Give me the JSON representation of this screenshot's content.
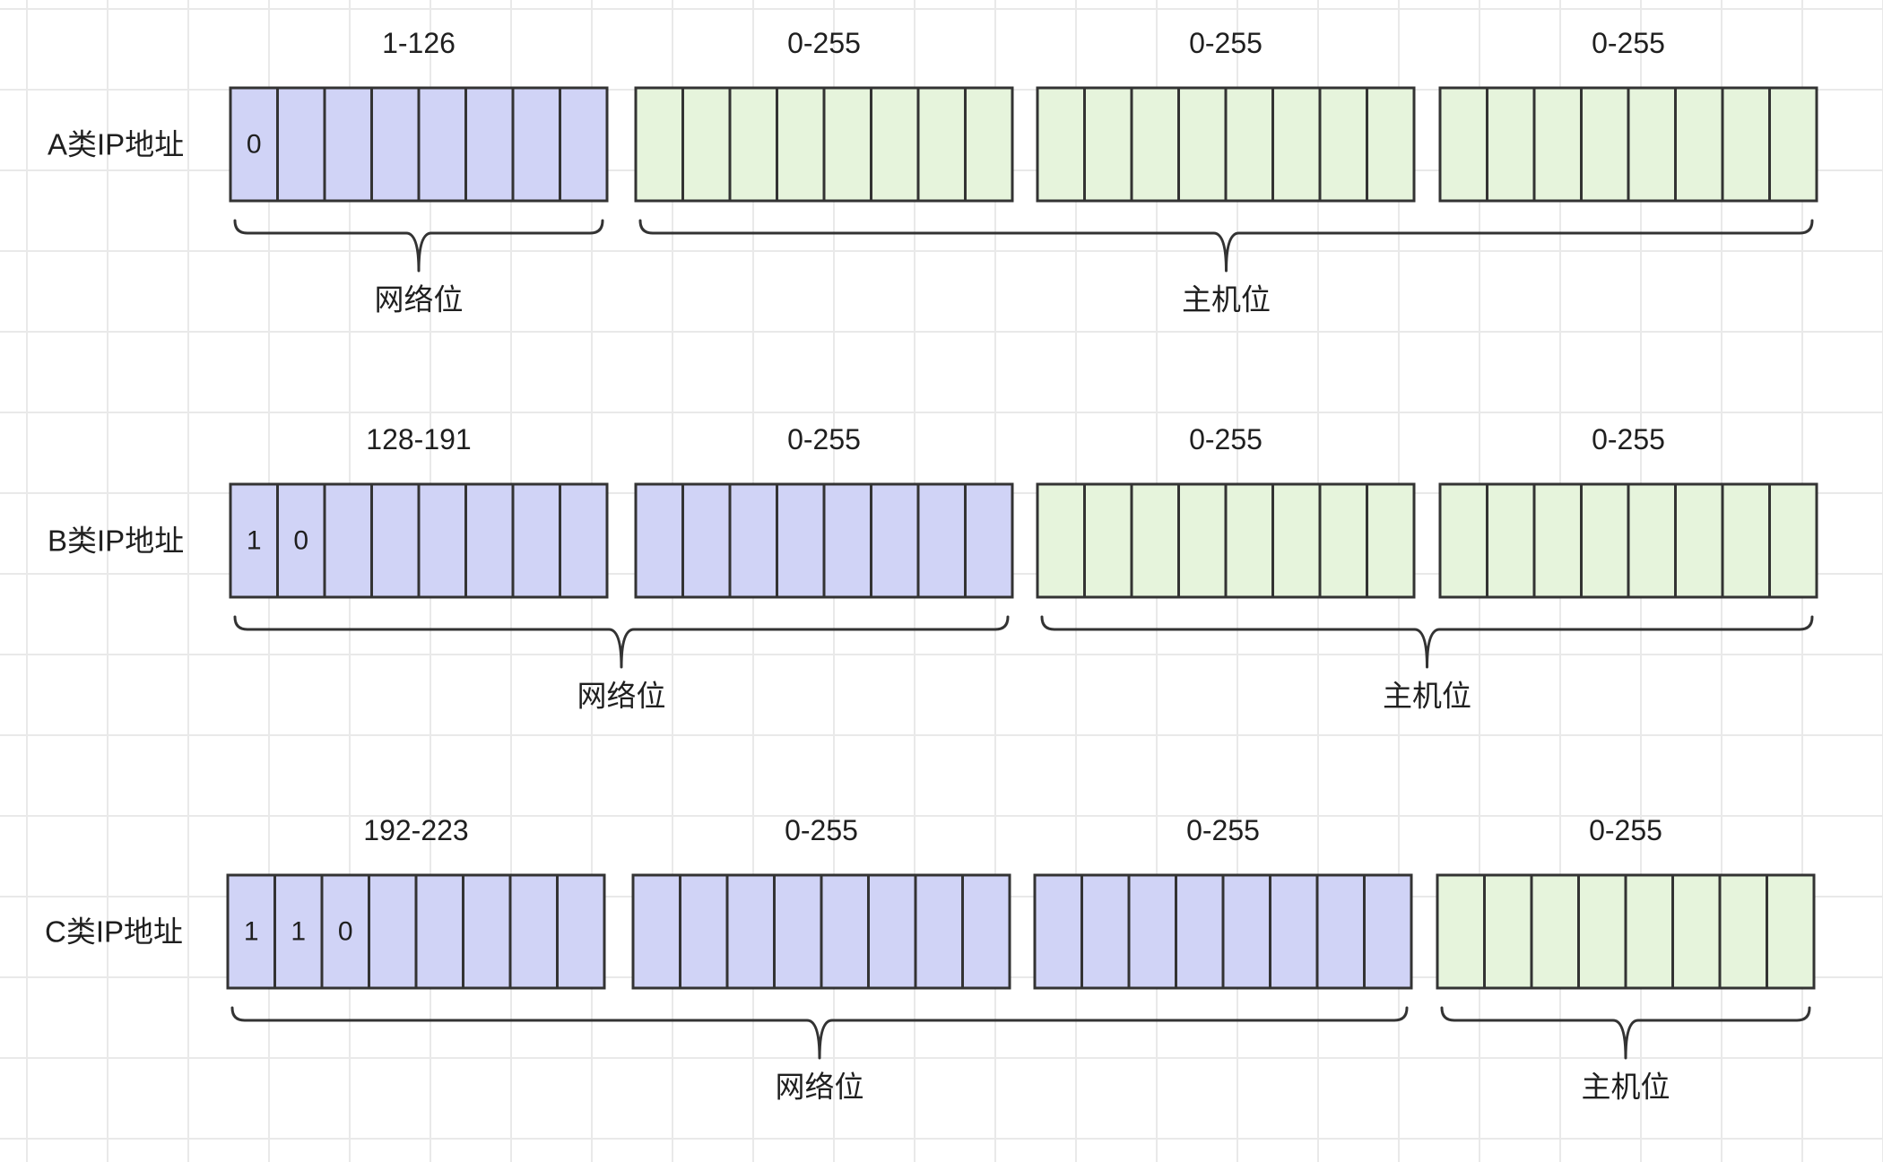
{
  "colors": {
    "network": "#d0d3f6",
    "host": "#e6f4dc",
    "stroke": "#333333",
    "grid": "#e9e9e9",
    "text": "#1f1f1f"
  },
  "rows": [
    {
      "label": "A类IP地址",
      "octets": [
        {
          "range": "1-126",
          "type": "network",
          "bits": [
            "0",
            "",
            "",
            "",
            "",
            "",
            "",
            ""
          ]
        },
        {
          "range": "0-255",
          "type": "host",
          "bits": [
            "",
            "",
            "",
            "",
            "",
            "",
            "",
            ""
          ]
        },
        {
          "range": "0-255",
          "type": "host",
          "bits": [
            "",
            "",
            "",
            "",
            "",
            "",
            "",
            ""
          ]
        },
        {
          "range": "0-255",
          "type": "host",
          "bits": [
            "",
            "",
            "",
            "",
            "",
            "",
            "",
            ""
          ]
        }
      ],
      "braces": [
        {
          "label": "网络位",
          "from_octet": 0,
          "to_octet": 0
        },
        {
          "label": "主机位",
          "from_octet": 1,
          "to_octet": 3
        }
      ]
    },
    {
      "label": "B类IP地址",
      "octets": [
        {
          "range": "128-191",
          "type": "network",
          "bits": [
            "1",
            "0",
            "",
            "",
            "",
            "",
            "",
            ""
          ]
        },
        {
          "range": "0-255",
          "type": "network",
          "bits": [
            "",
            "",
            "",
            "",
            "",
            "",
            "",
            ""
          ]
        },
        {
          "range": "0-255",
          "type": "host",
          "bits": [
            "",
            "",
            "",
            "",
            "",
            "",
            "",
            ""
          ]
        },
        {
          "range": "0-255",
          "type": "host",
          "bits": [
            "",
            "",
            "",
            "",
            "",
            "",
            "",
            ""
          ]
        }
      ],
      "braces": [
        {
          "label": "网络位",
          "from_octet": 0,
          "to_octet": 1
        },
        {
          "label": "主机位",
          "from_octet": 2,
          "to_octet": 3
        }
      ]
    },
    {
      "label": "C类IP地址",
      "octets": [
        {
          "range": "192-223",
          "type": "network",
          "bits": [
            "1",
            "1",
            "0",
            "",
            "",
            "",
            "",
            ""
          ]
        },
        {
          "range": "0-255",
          "type": "network",
          "bits": [
            "",
            "",
            "",
            "",
            "",
            "",
            "",
            ""
          ]
        },
        {
          "range": "0-255",
          "type": "network",
          "bits": [
            "",
            "",
            "",
            "",
            "",
            "",
            "",
            ""
          ]
        },
        {
          "range": "0-255",
          "type": "host",
          "bits": [
            "",
            "",
            "",
            "",
            "",
            "",
            "",
            ""
          ]
        }
      ],
      "braces": [
        {
          "label": "网络位",
          "from_octet": 0,
          "to_octet": 2
        },
        {
          "label": "主机位",
          "from_octet": 3,
          "to_octet": 3
        }
      ]
    }
  ]
}
